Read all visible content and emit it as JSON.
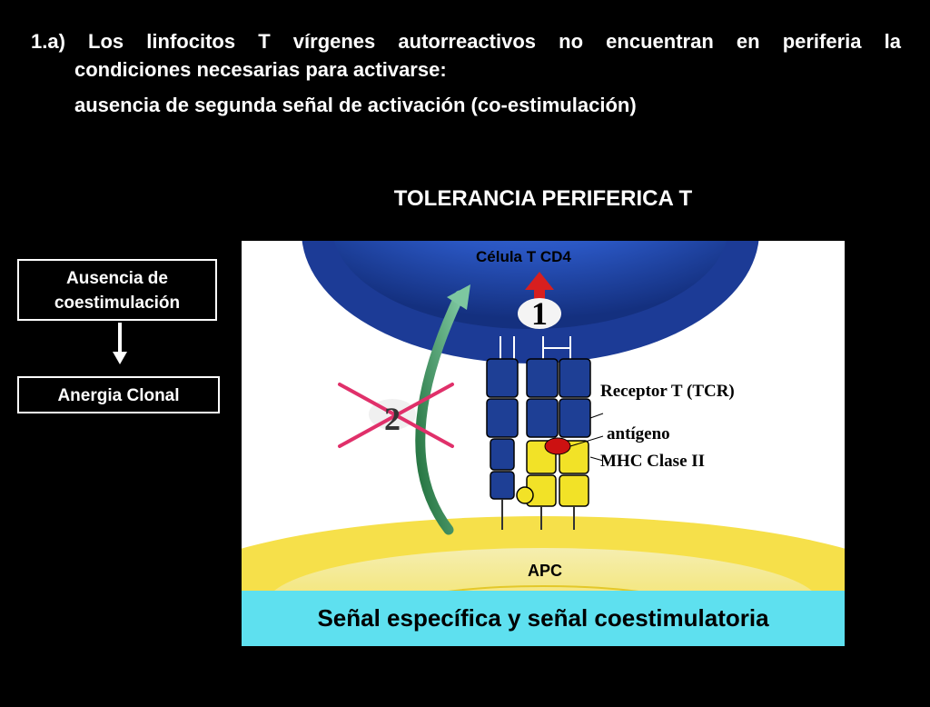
{
  "intro": {
    "line1": "1.a) Los linfocitos T vírgenes autorreactivos no encuentran en periferia la",
    "line2": "condiciones necesarias para activarse:",
    "line3": "ausencia de segunda señal de activación (co-estimulación)"
  },
  "subtitle": "TOLERANCIA PERIFERICA T",
  "flow": {
    "box1": "Ausencia de coestimulación",
    "box2": "Anergia Clonal"
  },
  "diagram": {
    "tcell_label": "Célula T CD4",
    "apc_label": "APC",
    "tcr_label": "Receptor T (TCR)",
    "antigen_label": "antígeno",
    "mhc_label": "MHC Clase II",
    "signal1": "1",
    "signal2": "2",
    "banner": "Señal específica y señal coestimulatoria"
  },
  "colors": {
    "background": "#000000",
    "tcell_blue": "#1a3a9a",
    "apc_yellow": "#f7e44a",
    "receptor_blue": "#1e3f95",
    "mhc_yellow": "#f2e227",
    "antigen_red": "#cc1111",
    "arrow_green": "#2e8b57",
    "cross_pink": "#e0306a",
    "banner_cyan": "#5ee0ef"
  }
}
